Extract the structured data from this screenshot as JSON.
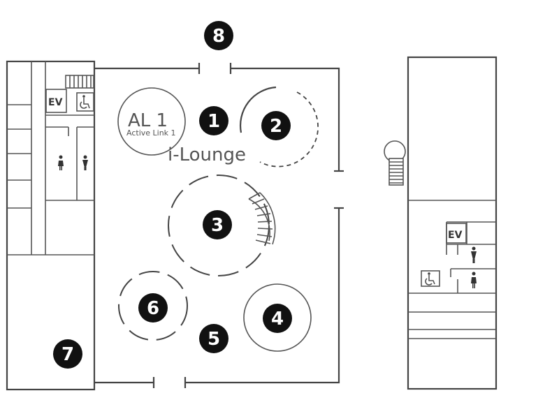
{
  "zones": [
    {
      "id": "1",
      "label": "1"
    },
    {
      "id": "2",
      "label": "2"
    },
    {
      "id": "3",
      "label": "3"
    },
    {
      "id": "4",
      "label": "4"
    },
    {
      "id": "5",
      "label": "5"
    },
    {
      "id": "6",
      "label": "6"
    },
    {
      "id": "7",
      "label": "7"
    },
    {
      "id": "8",
      "label": "8"
    }
  ],
  "al1": {
    "title": "AL 1",
    "subtitle": "Active Link 1"
  },
  "lounge": {
    "name": "i-Lounge"
  },
  "elevator_labels": {
    "left": "EV",
    "right": "EV"
  },
  "icons": [
    "elevator-icon",
    "wheelchair-icon",
    "female-restroom-icon",
    "male-restroom-icon",
    "stairs-icon"
  ]
}
